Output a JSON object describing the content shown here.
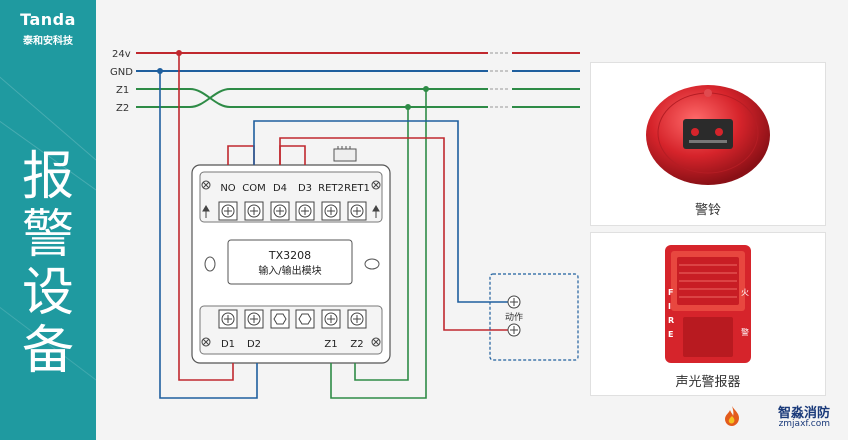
{
  "sidebar": {
    "brand": "Tanda",
    "brand_sub": "泰和安科技",
    "title_chars": [
      "报",
      "警",
      "设",
      "备"
    ]
  },
  "bus_labels": {
    "v24": "24v",
    "gnd": "GND",
    "z1": "Z1",
    "z2": "Z2"
  },
  "module": {
    "name": "TX3208",
    "description": "输入/输出模块",
    "top_terminals": [
      "NO",
      "COM",
      "D4",
      "D3",
      "RET2",
      "RET1"
    ],
    "bottom_terminals": [
      "D1",
      "D2",
      "Z1",
      "Z2"
    ]
  },
  "action_label": "动作",
  "devices": [
    {
      "label": "警铃",
      "icon": "fire-bell"
    },
    {
      "label": "声光警报器",
      "icon": "strobe-siren"
    }
  ],
  "watermark": {
    "name": "智淼消防",
    "url": "zmjaxf.com"
  },
  "colors": {
    "sidebar": "#1f9aa0",
    "wire_red": "#c0282e",
    "wire_blue": "#1f5f9e",
    "wire_green": "#2e8b46",
    "device_red": "#d6242b"
  }
}
